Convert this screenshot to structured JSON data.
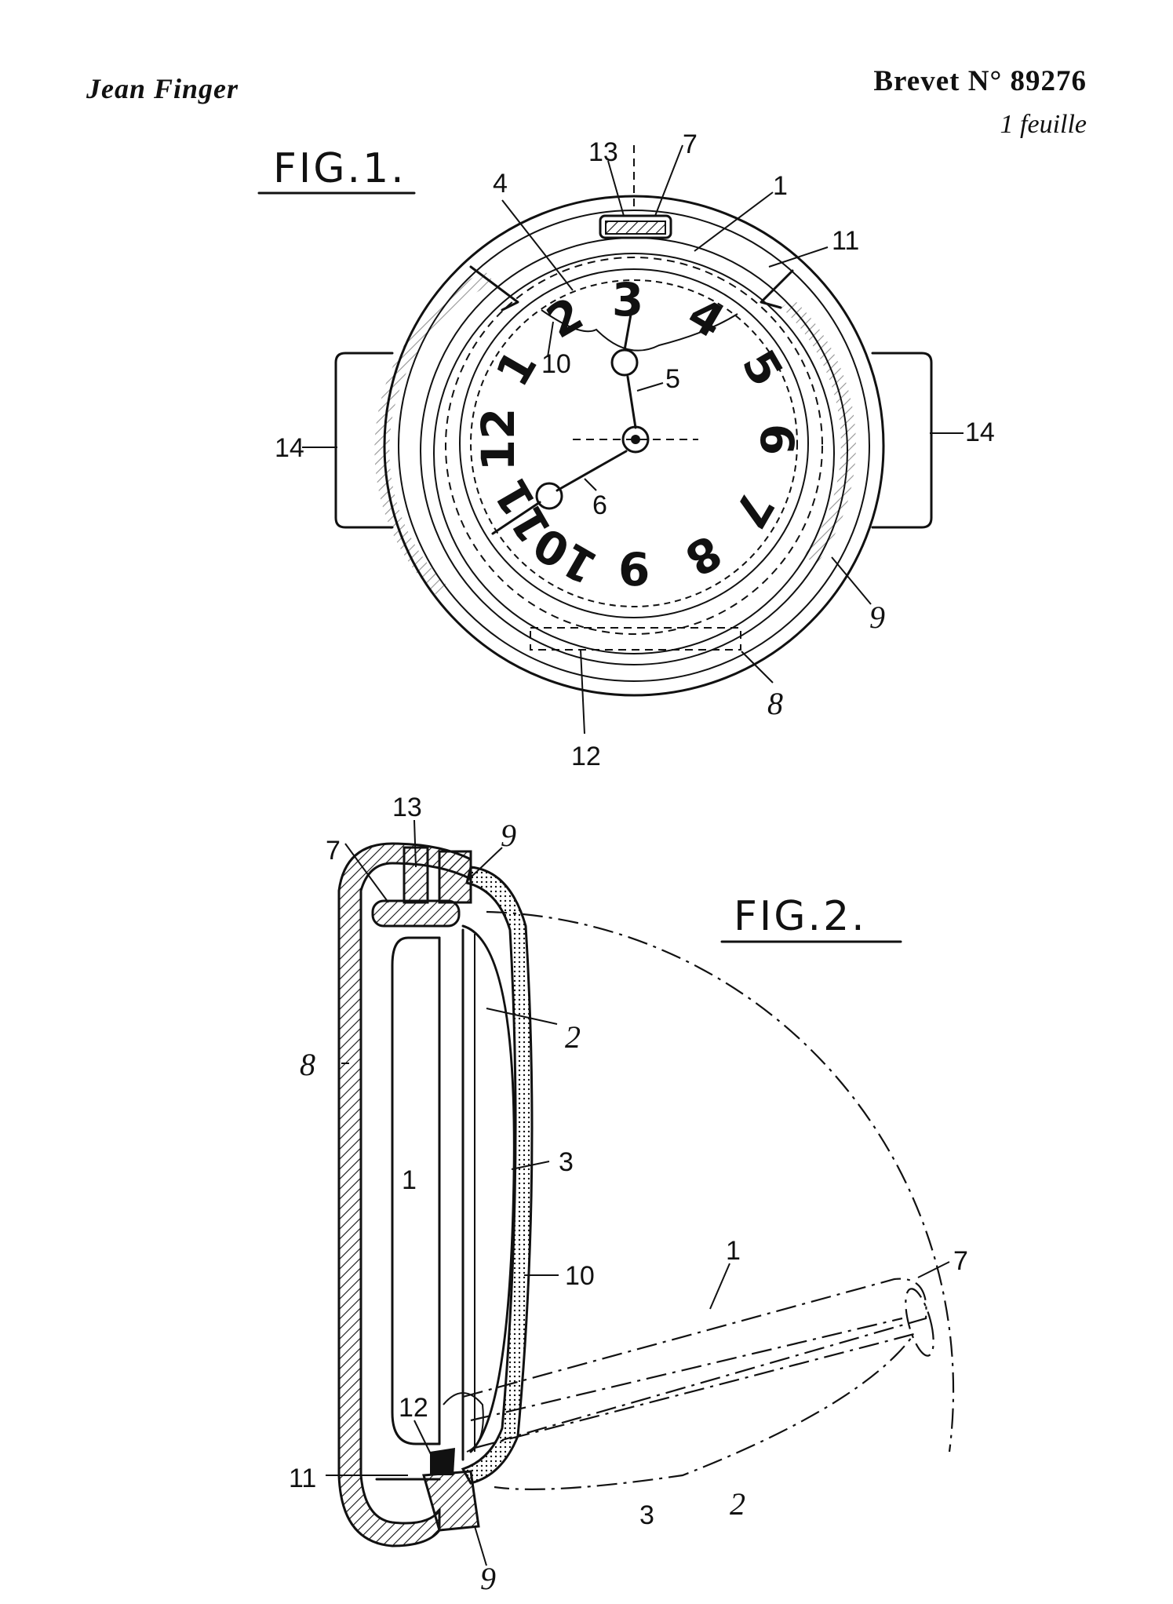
{
  "header": {
    "inventor": "Jean Finger",
    "patent_number": "Brevet N° 89276",
    "sheet_count": "1 feuille"
  },
  "figures": {
    "fig1": {
      "label": "FIG.1.",
      "dial_numerals": [
        "12",
        "1",
        "2",
        "3",
        "4",
        "5",
        "6",
        "7",
        "8",
        "9",
        "10",
        "11"
      ],
      "refs": {
        "r13": "13",
        "r7": "7",
        "r1": "1",
        "r4": "4",
        "r11": "11",
        "r10": "10",
        "r5": "5",
        "r14_left": "14",
        "r14_right": "14",
        "r6": "6",
        "r9": "9",
        "r8": "8",
        "r12": "12"
      }
    },
    "fig2": {
      "label": "FIG.2.",
      "refs": {
        "r13": "13",
        "r7_top": "7",
        "r9_top": "9",
        "r2": "2",
        "r8": "8",
        "r3": "3",
        "r1": "1",
        "r10": "10",
        "r1_open": "1",
        "r7_open": "7",
        "r12": "12",
        "r11": "11",
        "r2_open": "2",
        "r3_open": "3",
        "r9_bottom": "9"
      }
    }
  }
}
